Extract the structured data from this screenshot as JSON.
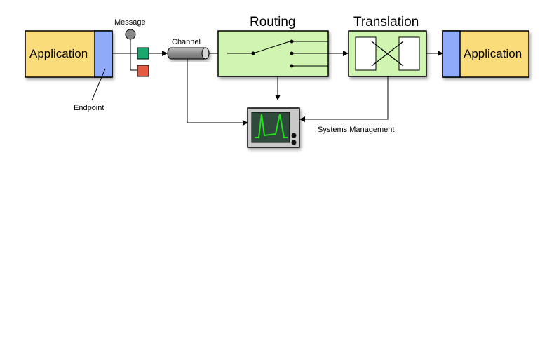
{
  "diagram": {
    "app_left_label": "Application",
    "app_right_label": "Application",
    "message_label": "Message",
    "channel_label": "Channel",
    "endpoint_label": "Endpoint",
    "routing_label": "Routing",
    "translation_label": "Translation",
    "systems_management_label": "Systems Management"
  },
  "colors": {
    "application": "#fadd7a",
    "endpoint": "#8eaaf9",
    "component": "#cff5b0",
    "message_green": "#1aa86f",
    "message_red": "#e35b40",
    "message_gray": "#8a8a8a",
    "monitor_screen": "#2f4a3a",
    "monitor_trace": "#22e21c",
    "monitor_bezel": "#c8c8c8"
  }
}
